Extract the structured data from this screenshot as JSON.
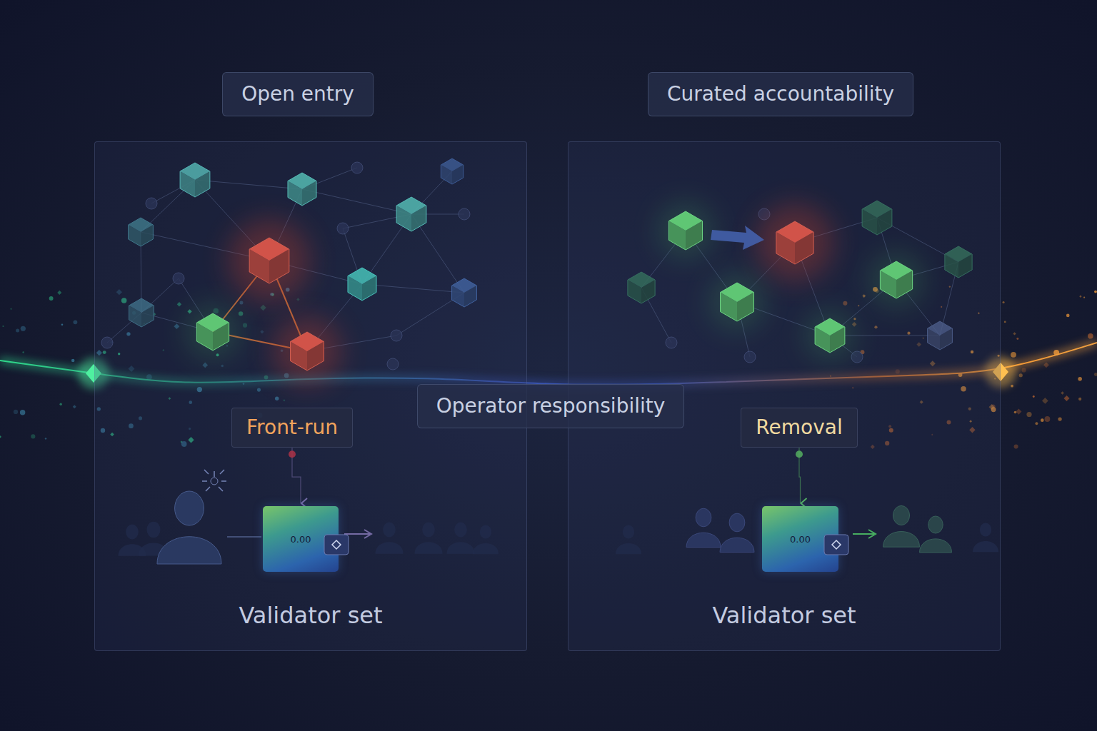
{
  "diagram": {
    "nodes": [
      {
        "text": [
          "Open entry"
        ]
      },
      {
        "text": [
          "Validator set"
        ]
      },
      {
        "text": [
          "Front-run"
        ],
        "in": 1
      },
      {
        "text": [
          "0.00"
        ],
        "in": 1
      },
      {
        "text": [
          "Curated accountability"
        ]
      },
      {
        "text": [
          "Validator set"
        ]
      },
      {
        "text": [
          "Removal"
        ],
        "in": 5
      },
      {
        "text": [
          "0.00"
        ],
        "in": 5
      },
      {
        "text": [
          "Operator responsibility"
        ]
      }
    ],
    "edges": [
      {
        "from": 2,
        "to": 3,
        "arrow": "to"
      },
      {
        "from": 6,
        "to": 7,
        "arrow": "to"
      }
    ]
  }
}
